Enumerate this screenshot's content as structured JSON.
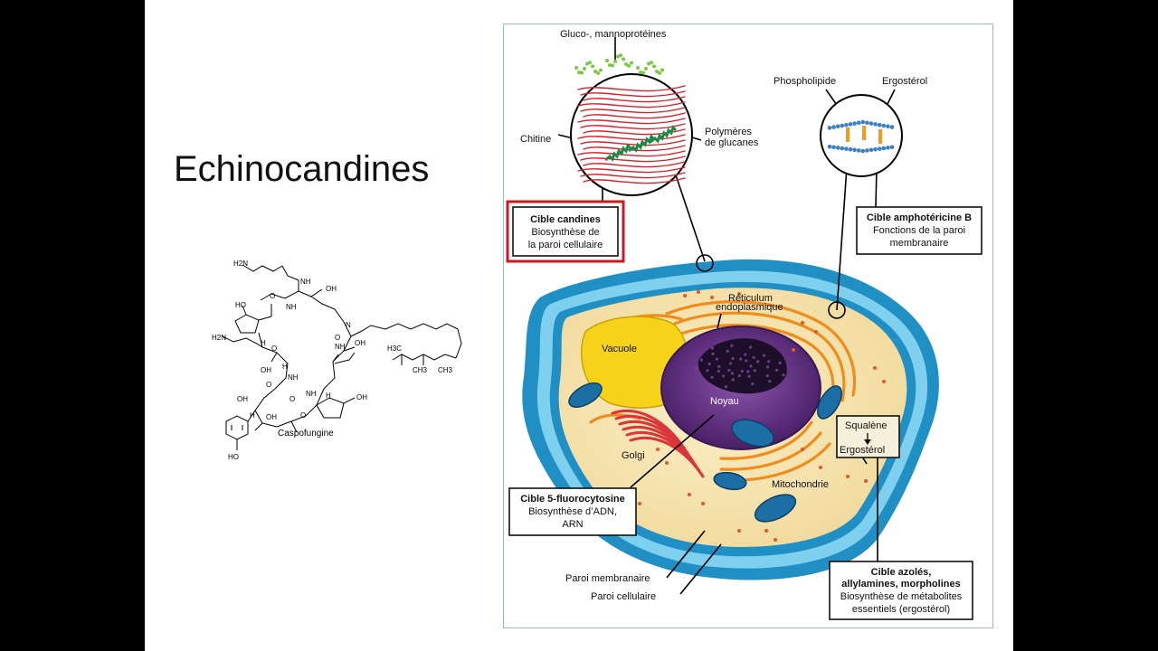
{
  "slide": {
    "title": "Echinocandines",
    "molecule": {
      "name": "Caspofungine",
      "atoms": {
        "h2n_top": "H2N",
        "h2n_side": "H2N",
        "nh": "NH",
        "n": "N",
        "h": "H",
        "oh": "OH",
        "ho": "HO",
        "o": "O",
        "h3c": "H3C",
        "ch3": "CH3"
      }
    },
    "figure": {
      "labels": {
        "gluco": "Gluco-, mannoprotéines",
        "chitine": "Chitine",
        "polymeres_1": "Polymères",
        "polymeres_2": "de glucanes",
        "phospholipide": "Phospholipide",
        "ergosterol_top": "Ergostérol",
        "reticulum_1": "Réticulum",
        "reticulum_2": "endoplasmique",
        "vacuole": "Vacuole",
        "noyau": "Noyau",
        "golgi": "Golgi",
        "mitochondrie": "Mitochondrie",
        "paroi_membranaire": "Paroi membranaire",
        "paroi_cellulaire": "Paroi cellulaire",
        "squalene": "Squalène",
        "ergosterol_box": "Ergostérol"
      },
      "boxes": {
        "candines": {
          "bold": "Cible candines",
          "l1": "Biosynthèse de",
          "l2": "la paroi cellulaire",
          "highlight": "#d0191f"
        },
        "ampho": {
          "bold": "Cible amphotéricine B",
          "l1": "Fonctions de la paroi",
          "l2": "membranaire"
        },
        "fluoro": {
          "bold": "Cible 5-fluorocytosine",
          "l1": "Biosynthèse d’ADN,",
          "l2": "ARN"
        },
        "azoles": {
          "bold1": "Cible azolés,",
          "bold2": "allylamines, morpholines",
          "l1": "Biosynthèse de métabolites",
          "l2": "essentiels (ergostérol)"
        }
      },
      "colors": {
        "wall_outer": "#1f8fc4",
        "wall_inner": "#7fd0ee",
        "cytoplasm": "#f4e3b0",
        "vacuole": "#f7d21b",
        "nucleus": "#5a2a7a",
        "nucleolus": "#1d0f2a",
        "er": "#f08c1c",
        "golgi": "#d9353a",
        "mitochondria": "#1b6fa5",
        "chitin": "#1e8a48",
        "glucan": "#d81f2a"
      }
    }
  }
}
